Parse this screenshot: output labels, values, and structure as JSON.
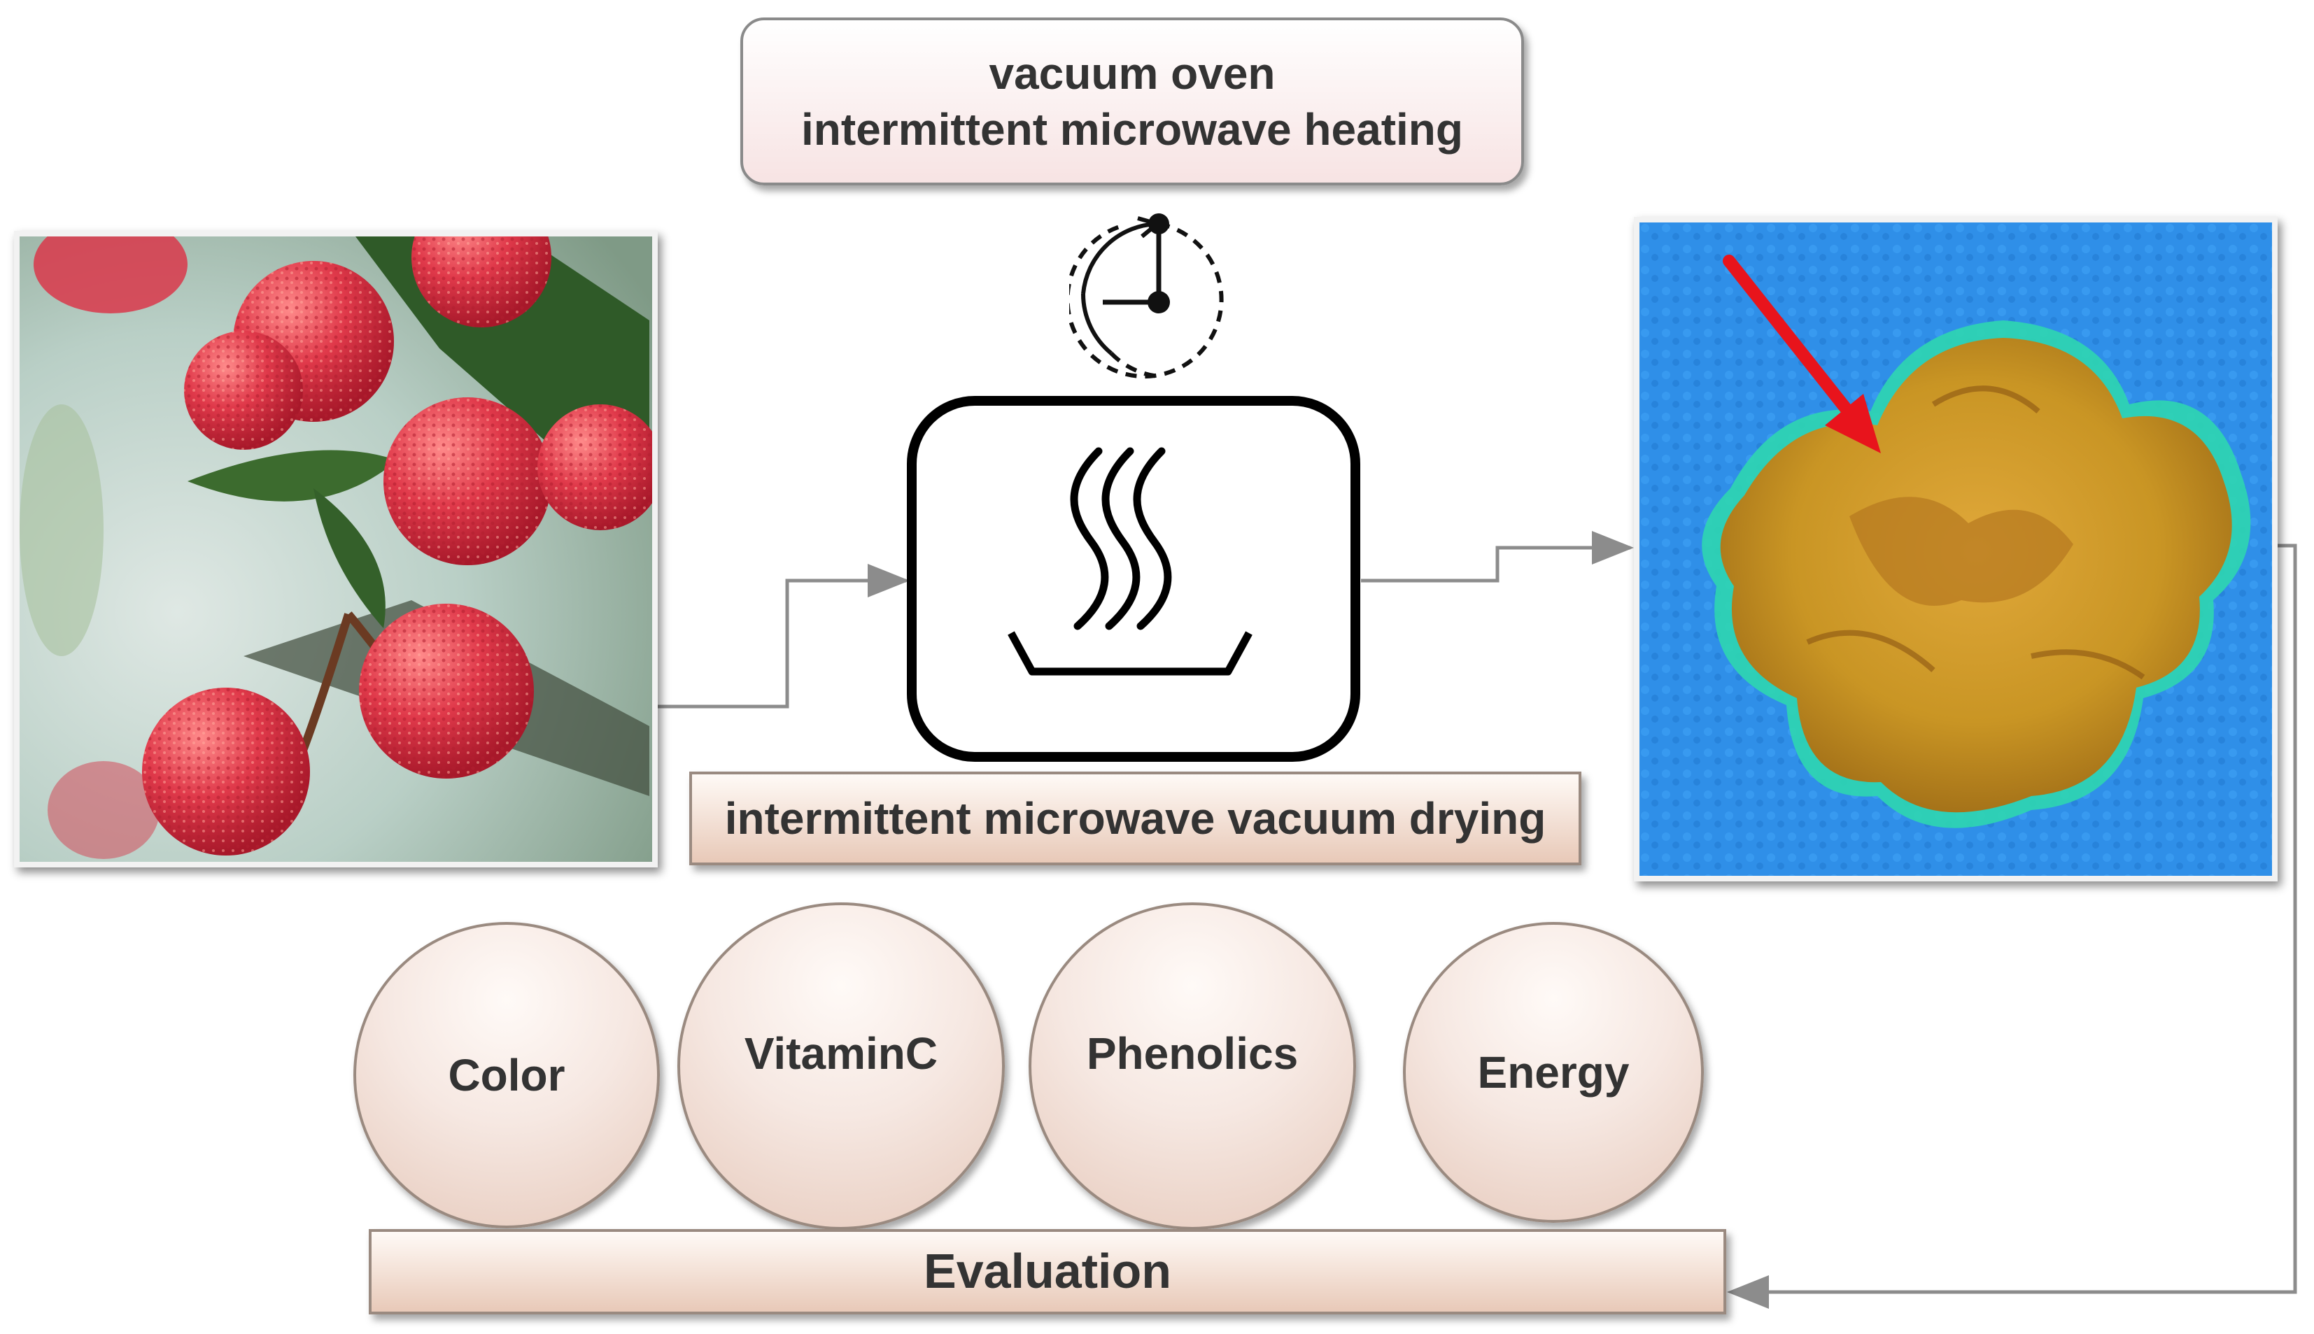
{
  "top_label": {
    "line1": "vacuum oven",
    "line2": "intermittent microwave heating"
  },
  "process_label": "intermittent microwave vacuum drying",
  "evaluation": {
    "label": "Evaluation",
    "criteria": [
      "Color",
      "VitaminC",
      "Phenolics",
      "Energy"
    ]
  },
  "icons": {
    "timer": "timer-icon",
    "oven": "microwave-oven-icon",
    "arrow": "red-arrow"
  },
  "colors": {
    "accent_red": "#e8141c",
    "photo_background_blue": "#2f8fe8",
    "lychee_red": "#e0394a",
    "dried_fruit": "#c99524"
  }
}
